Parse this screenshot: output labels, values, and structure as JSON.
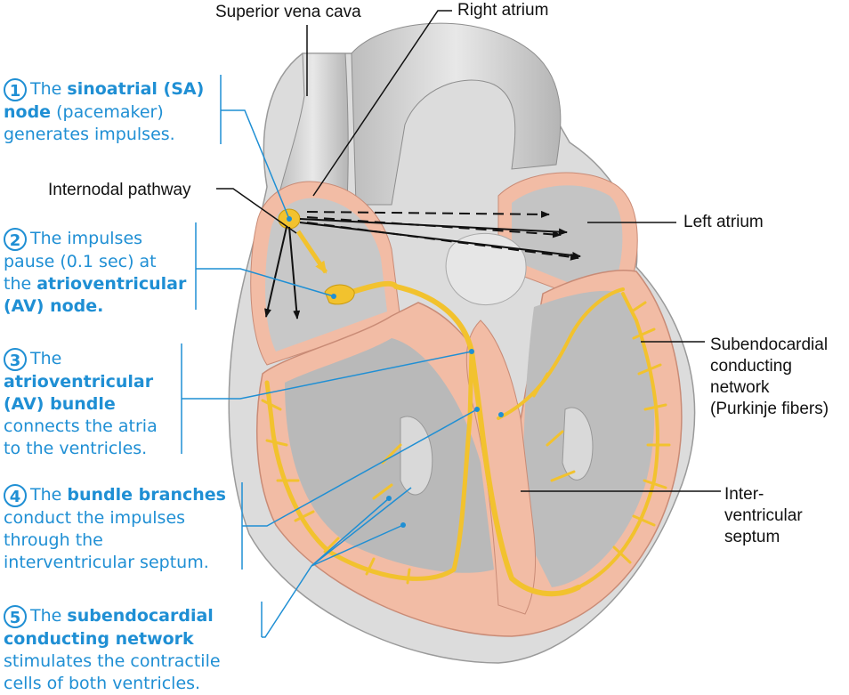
{
  "labels": {
    "superior_vena_cava": "Superior vena cava",
    "right_atrium": "Right atrium",
    "internodal_pathway": "Internodal pathway",
    "left_atrium": "Left atrium",
    "subendocardial": [
      "Subendocardial",
      "conducting",
      "network",
      "(Purkinje fibers)"
    ],
    "interventricular": [
      "Inter-",
      "ventricular",
      "septum"
    ]
  },
  "steps": [
    {
      "number": "1",
      "pre": "The ",
      "bold1": "sinoatrial (SA)",
      "line2_bold": "node",
      "line2": " (pacemaker)",
      "line3": "generates impulses."
    },
    {
      "number": "2",
      "line1": "The impulses",
      "line2": "pause (0.1 sec) at",
      "line3_pre": "the ",
      "line3_bold": "atrioventricular",
      "line4_bold": "(AV) node."
    },
    {
      "number": "3",
      "line1": "The",
      "line2_bold": "atrioventricular",
      "line3_bold": "(AV) bundle",
      "line4": "connects the atria",
      "line5": "to the ventricles."
    },
    {
      "number": "4",
      "pre": "The ",
      "bold1": "bundle branches",
      "line2": "conduct the impulses",
      "line3": "through the",
      "line4": "interventricular septum."
    },
    {
      "number": "5",
      "pre": "The ",
      "bold1": "subendocardial",
      "line2_bold": "conducting network",
      "line3": "stimulates the contractile",
      "line4": "cells of both ventricles."
    }
  ],
  "colors": {
    "accent_blue": "#1f8fd4",
    "conduction_yellow": "#f2c22e",
    "tissue_pink": "#f0b8a0",
    "chamber_gray": "#c9c9c9"
  }
}
